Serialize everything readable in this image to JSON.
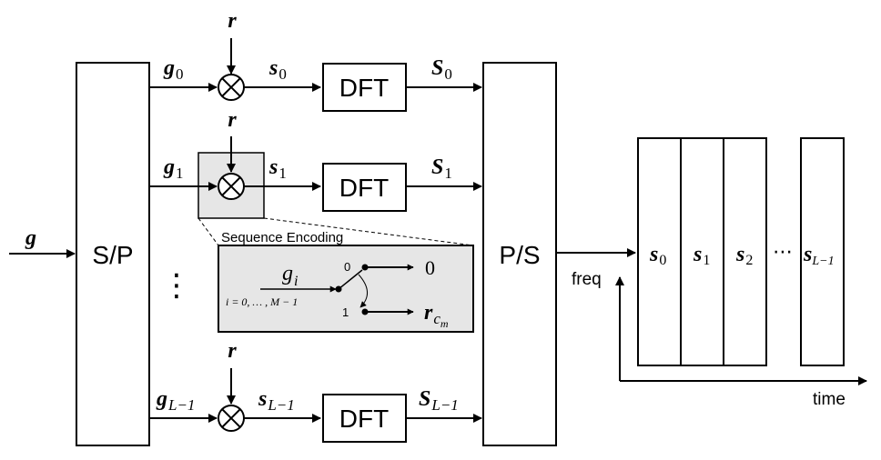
{
  "inputs": {
    "g": "g",
    "r": "r"
  },
  "blocks": {
    "sp": "S/P",
    "ps": "P/S",
    "dft": "DFT"
  },
  "branches": [
    {
      "g": "g",
      "g_sub": "0",
      "s": "s",
      "s_sub": "0",
      "S": "S",
      "S_sub": "0"
    },
    {
      "g": "g",
      "g_sub": "1",
      "s": "s",
      "s_sub": "1",
      "S": "S",
      "S_sub": "1"
    },
    {
      "g": "g",
      "g_sub": "L−1",
      "s": "s",
      "s_sub": "L−1",
      "S": "S",
      "S_sub": "L−1"
    }
  ],
  "vdots": "⋮",
  "inset": {
    "title": "Sequence Encoding",
    "gi": "g",
    "gi_sub": "i",
    "range": "i = 0, … , M − 1",
    "pos0": "0",
    "pos1": "1",
    "out0": "0",
    "out1": "r",
    "out1_sub": "c",
    "out1_subsub": "m"
  },
  "frame": {
    "slots": [
      {
        "sym": "s",
        "sub": "0"
      },
      {
        "sym": "s",
        "sub": "1"
      },
      {
        "sym": "s",
        "sub": "2"
      },
      {
        "sym": "s",
        "sub": "L−1"
      }
    ],
    "ellipsis": "⋯",
    "freq_label": "freq",
    "time_label": "time"
  }
}
